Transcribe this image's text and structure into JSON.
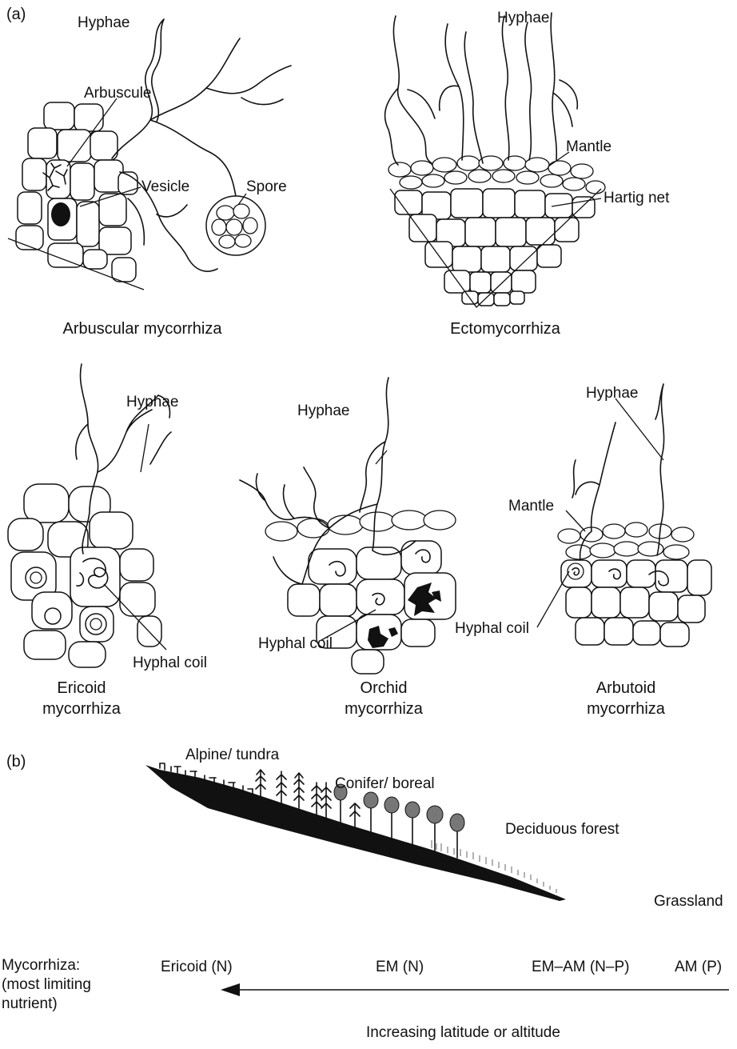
{
  "panel_a": {
    "label": "(a)",
    "arbuscular": {
      "hyphae": "Hyphae",
      "arbuscule": "Arbuscule",
      "vesicle": "Vesicle",
      "spore": "Spore",
      "caption": "Arbuscular mycorrhiza"
    },
    "ecto": {
      "hyphae": "Hyphae",
      "mantle": "Mantle",
      "hartig": "Hartig net",
      "caption": "Ectomycorrhiza"
    },
    "ericoid": {
      "hyphae": "Hyphae",
      "coil": "Hyphal coil",
      "caption_1": "Ericoid",
      "caption_2": "mycorrhiza"
    },
    "orchid": {
      "hyphae": "Hyphae",
      "coil": "Hyphal coil",
      "caption_1": "Orchid",
      "caption_2": "mycorrhiza"
    },
    "arbutoid": {
      "hyphae": "Hyphae",
      "mantle": "Mantle",
      "coil": "Hyphal coil",
      "caption_1": "Arbutoid",
      "caption_2": "mycorrhiza"
    }
  },
  "panel_b": {
    "label": "(b)",
    "zones": {
      "alpine": "Alpine/ tundra",
      "conifer": "Conifer/ boreal",
      "deciduous": "Deciduous forest",
      "grassland": "Grassland"
    },
    "legend": {
      "line_1": "Mycorrhiza:",
      "line_2": "(most limiting",
      "line_3": "nutrient)"
    },
    "types": {
      "ericoid": "Ericoid (N)",
      "em": "EM (N)",
      "em_am": "EM–AM (N–P)",
      "am": "AM (P)"
    },
    "arrow_label": "Increasing latitude or altitude"
  }
}
